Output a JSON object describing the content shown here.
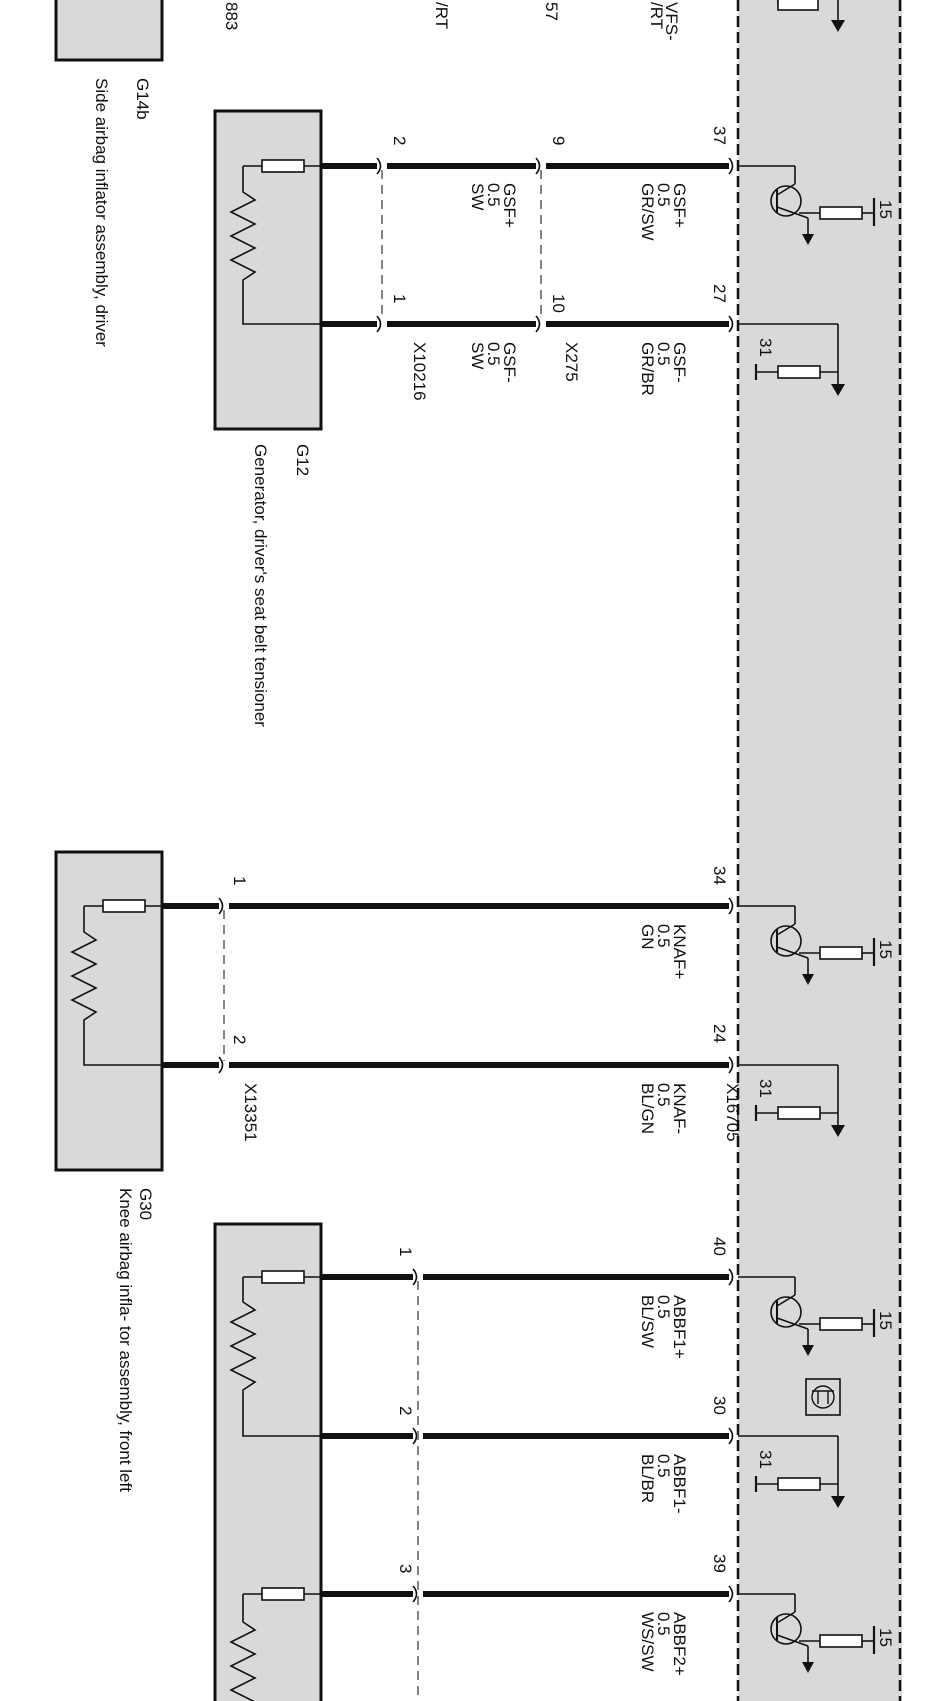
{
  "partial_left": {
    "labels": [
      "883",
      "/RT",
      "57",
      "VFS-",
      "/RT"
    ]
  },
  "components": {
    "g14b": {
      "id": "G14b",
      "desc": "Side airbag inflator assembly, driver"
    },
    "g12": {
      "id": "G12",
      "desc": "Generator, driver's seat belt tensioner"
    },
    "g30": {
      "id": "G30",
      "desc": "Knee airbag infla- tor assembly, front left"
    }
  },
  "connectors": {
    "x10216": "X10216",
    "x275": "X275",
    "x13351": "X13351",
    "x16705": "X16705"
  },
  "wires": {
    "gsf_plus": {
      "name": "GSF+",
      "gauge": "0.5",
      "color": "GR/SW",
      "module_pin": "37",
      "x275_pin": "9",
      "comp_pin": "2",
      "mid_name": "GSF+",
      "mid_gauge": "0.5",
      "mid_color": "SW"
    },
    "gsf_minus": {
      "name": "GSF-",
      "gauge": "0.5",
      "color": "GR/BR",
      "module_pin": "27",
      "x275_pin": "10",
      "comp_pin": "1",
      "mid_name": "GSF-",
      "mid_gauge": "0.5",
      "mid_color": "SW"
    },
    "knaf_plus": {
      "name": "KNAF+",
      "gauge": "0.5",
      "color": "GN",
      "module_pin": "34",
      "comp_pin": "1"
    },
    "knaf_minus": {
      "name": "KNAF-",
      "gauge": "0.5",
      "color": "BL/GN",
      "module_pin": "24",
      "comp_pin": "2"
    },
    "abbf1_plus": {
      "name": "ABBF1+",
      "gauge": "0.5",
      "color": "BL/SW",
      "module_pin": "40",
      "comp_pin": "1"
    },
    "abbf1_minus": {
      "name": "ABBF1-",
      "gauge": "0.5",
      "color": "BL/BR",
      "module_pin": "30",
      "comp_pin": "2"
    },
    "abbf2_plus": {
      "name": "ABBF2+",
      "gauge": "0.5",
      "color": "WS/SW",
      "module_pin": "39",
      "comp_pin": "3"
    }
  },
  "supply": {
    "label_15": "15",
    "label_31": "31"
  },
  "colors": {
    "module_fill": "#d9d9d9",
    "line": "#111111",
    "dash": "#777777"
  }
}
